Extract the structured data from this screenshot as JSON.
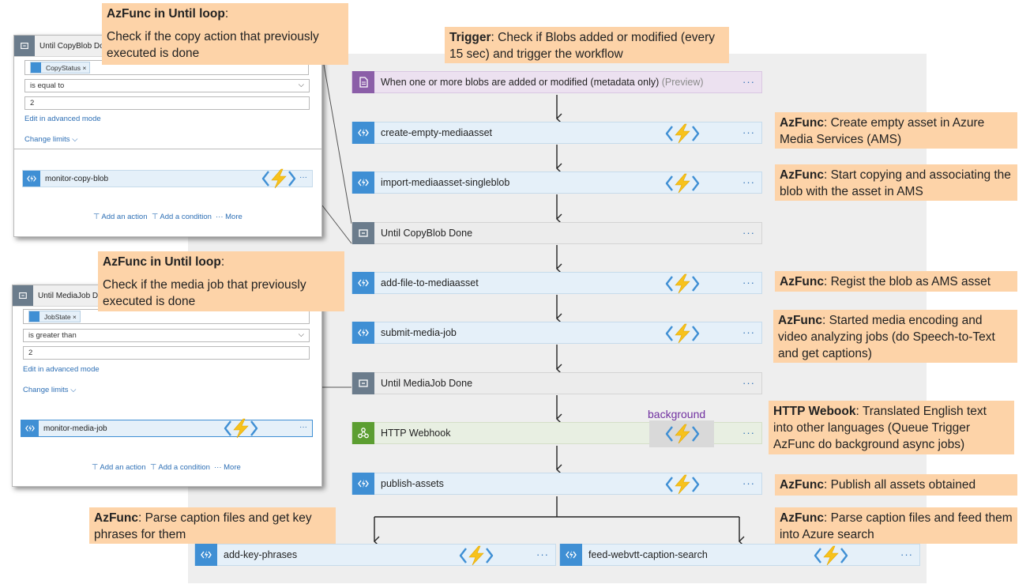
{
  "steps": {
    "trigger": {
      "label": "When one or more blobs are added or modified (metadata only)",
      "preview": "(Preview)"
    },
    "create_empty": {
      "label": "create-empty-mediaasset"
    },
    "import_single": {
      "label": "import-mediaasset-singleblob"
    },
    "until_copy": {
      "label": "Until CopyBlob Done"
    },
    "add_file": {
      "label": "add-file-to-mediaasset"
    },
    "submit_job": {
      "label": "submit-media-job"
    },
    "until_job": {
      "label": "Until MediaJob Done"
    },
    "webhook": {
      "label": "HTTP Webhook",
      "background_label": "background"
    },
    "publish": {
      "label": "publish-assets"
    },
    "key_phrases": {
      "label": "add-key-phrases"
    },
    "feed_webvtt": {
      "label": "feed-webvtt-caption-search"
    },
    "more": "···"
  },
  "notes": {
    "trigger": {
      "bold": "Trigger",
      "text": ": Check if Blobs added or modified (every 15 sec) and trigger the workflow"
    },
    "create": {
      "bold": "AzFunc",
      "text": ": Create empty asset in Azure Media Services (AMS)"
    },
    "import": {
      "bold": "AzFunc",
      "text": ": Start copying and associating the blob  with the asset in AMS"
    },
    "regist": {
      "bold": "AzFunc",
      "text": ": Regist the blob as AMS asset"
    },
    "submit": {
      "bold": "AzFunc",
      "text": ": Started media encoding and video analyzing jobs (do Speech-to-Text and get captions)"
    },
    "webhook": {
      "bold": "HTTP Webook",
      "text": ": Translated English text into other languages (Queue Trigger AzFunc do background async jobs)"
    },
    "publish": {
      "bold": "AzFunc",
      "text": ": Publish all assets obtained"
    },
    "feed": {
      "bold": "AzFunc",
      "text": ": Parse caption files and feed them into Azure search"
    },
    "parse_key": {
      "bold": "AzFunc",
      "text": ": Parse caption files and  get key phrases for them"
    },
    "until_copy": {
      "bold": "AzFunc in Until loop",
      "text": ":",
      "line2": "Check if the copy action that previously executed is done"
    },
    "until_job": {
      "bold": "AzFunc in Until loop",
      "text": ":",
      "line2": "Check if the media job that previously executed is done"
    }
  },
  "panel_copy": {
    "title": "Until CopyBlob Done",
    "token": "CopyStatus",
    "operator": "is equal to",
    "value": "2",
    "advanced": "Edit in advanced mode",
    "limits": "Change limits",
    "action": "monitor-copy-blob",
    "add_action": "Add an action",
    "add_condition": "Add a condition",
    "more": "More"
  },
  "panel_job": {
    "title": "Until MediaJob Done",
    "token": "JobState",
    "operator": "is greater than",
    "value": "2",
    "advanced": "Edit in advanced mode",
    "limits": "Change limits",
    "action": "monitor-media-job",
    "add_action": "Add an action",
    "add_condition": "Add a condition",
    "more": "More"
  },
  "colors": {
    "azfunc": "#3f8fd4",
    "note": "#fdd3a8",
    "bolt": "#f7c21c",
    "bolt_bracket": "#3f8fd4"
  }
}
